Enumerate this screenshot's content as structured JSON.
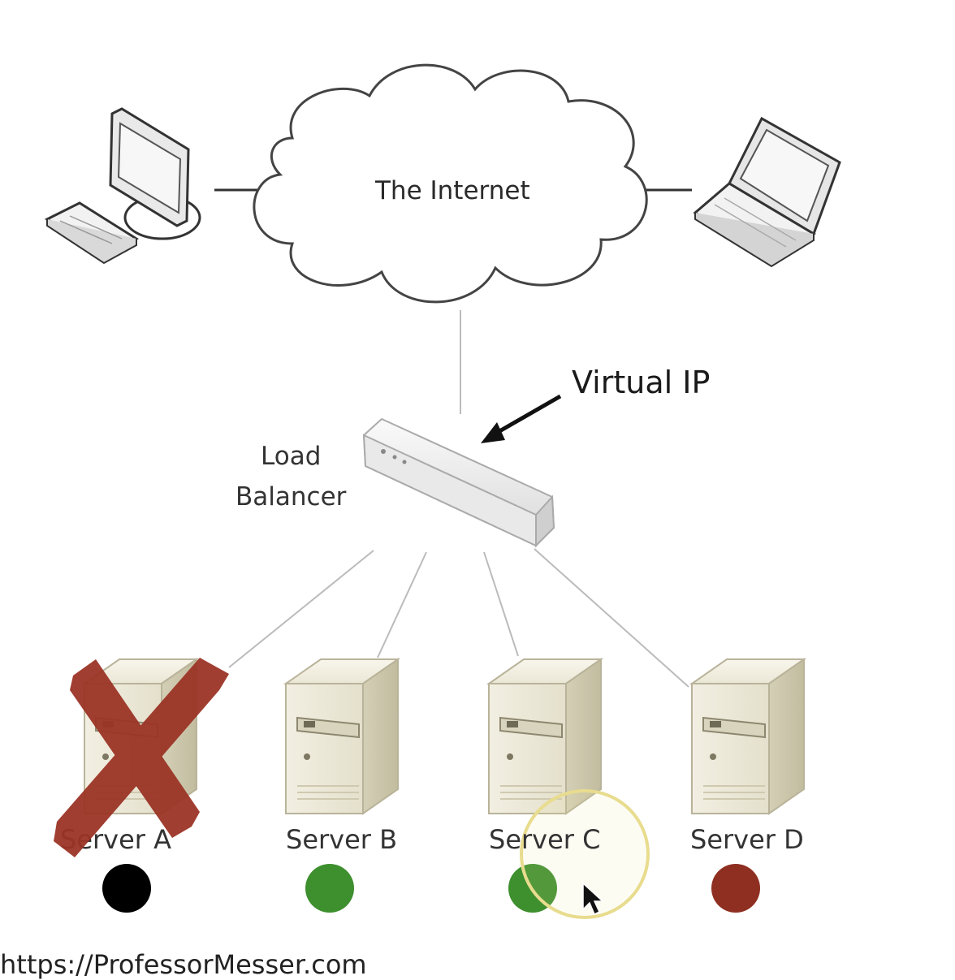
{
  "diagram": {
    "cloud_label": "The Internet",
    "virtual_ip_label": "Virtual IP",
    "load_balancer_label": [
      "Load",
      "Balancer"
    ],
    "servers": [
      {
        "name": "Server A",
        "status_color": "#000000",
        "failed": true
      },
      {
        "name": "Server B",
        "status_color": "#3e8f2e",
        "failed": false
      },
      {
        "name": "Server C",
        "status_color": "#3e8f2e",
        "failed": false
      },
      {
        "name": "Server D",
        "status_color": "#8e2f22",
        "failed": false
      }
    ],
    "failure_mark_color": "#9b3426",
    "highlight_color": "#e8dc8e"
  },
  "footer": {
    "url": "https://ProfessorMesser.com"
  }
}
